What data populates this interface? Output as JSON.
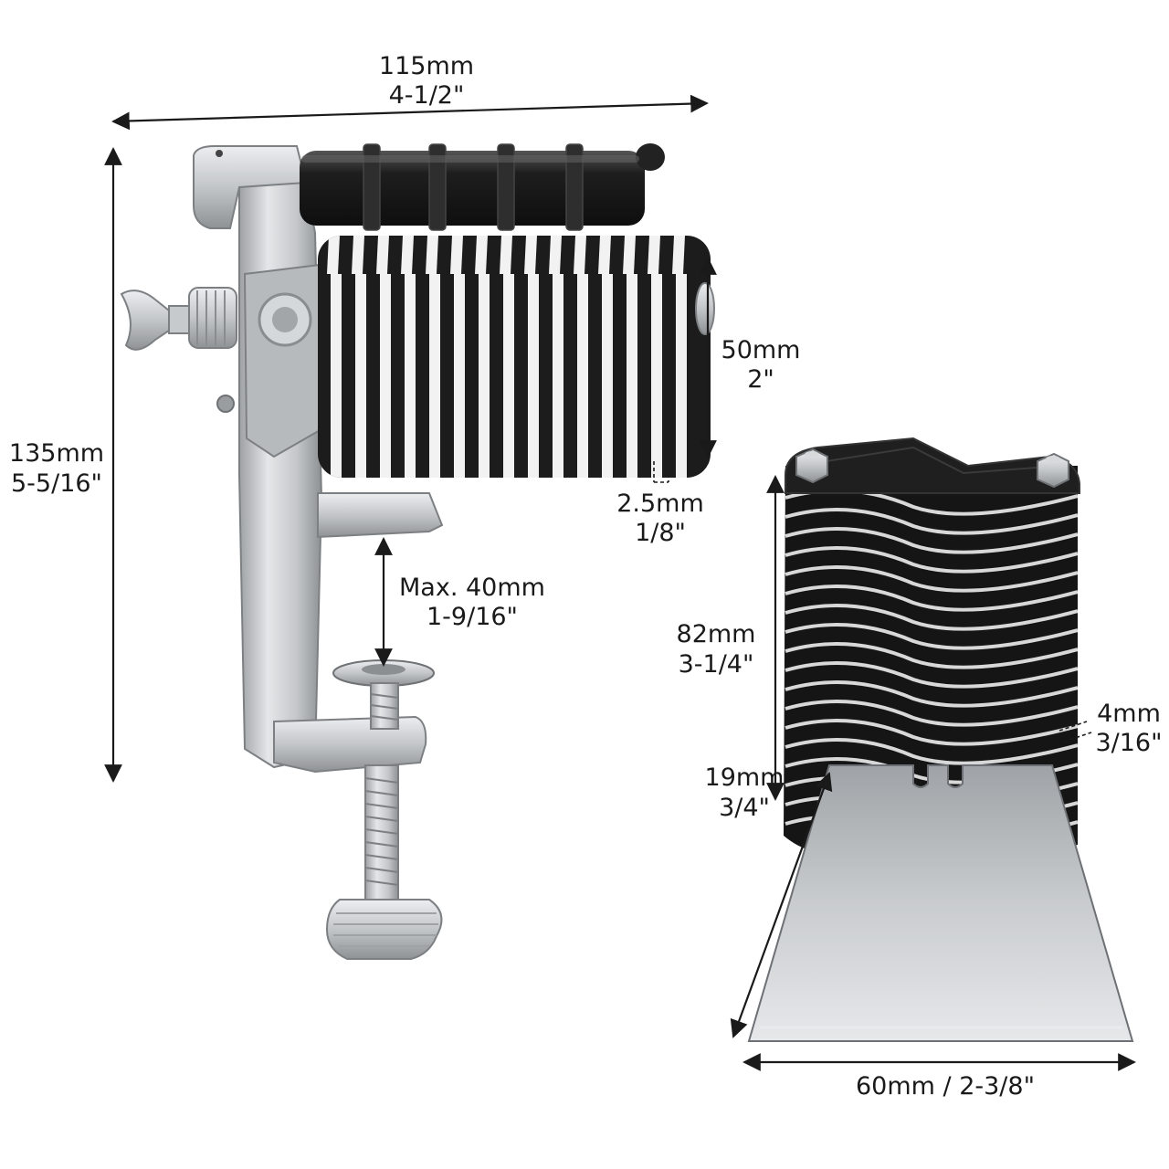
{
  "dimensions": {
    "width_total": {
      "metric": "115mm",
      "imperial": "4-1/2\""
    },
    "height_total": {
      "metric": "135mm",
      "imperial": "5-5/16\""
    },
    "roller_height": {
      "metric": "50mm",
      "imperial": "2\""
    },
    "roller_gap": {
      "metric": "2.5mm",
      "imperial": "1/8\""
    },
    "clamp_opening": {
      "metric": "Max. 40mm",
      "imperial": "1-9/16\""
    },
    "guide_height": {
      "metric": "82mm",
      "imperial": "3-1/4\""
    },
    "guide_gap": {
      "metric": "4mm",
      "imperial": "3/16\""
    },
    "blade_height": {
      "metric": "19mm",
      "imperial": "3/4\""
    },
    "blade_width": {
      "label": "60mm / 2-3/8\""
    }
  },
  "colors": {
    "metal": "#c9cbcd",
    "metal_dark": "#8c8f92",
    "black_part": "#1c1c1c",
    "white_stripe": "#f2f2f2",
    "guide_stripe": "#d8d8d8",
    "blade": "#b9bcbf",
    "line": "#1a1a1a"
  },
  "icons": {
    "clamp": "table-clamp-icon",
    "wing_nut": "wing-nut-icon",
    "handle": "ribbed-handle-icon",
    "roller": "striped-roller-icon",
    "guide": "striped-guide-block-icon",
    "blade": "trapezoid-blade-icon"
  }
}
